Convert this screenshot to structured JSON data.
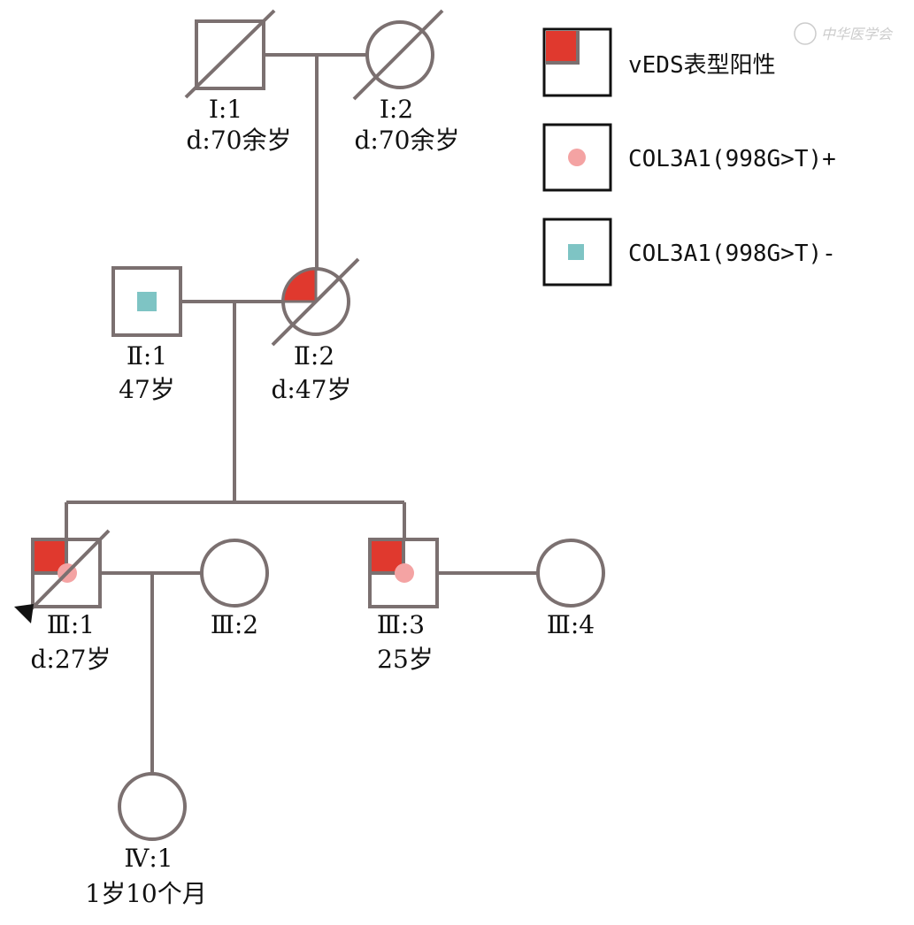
{
  "watermark": "中华医学会",
  "colors": {
    "line": "#7b7070",
    "veds_positive": "#e0392e",
    "col3a1_positive": "#f4a3a3",
    "col3a1_negative": "#7ec4c4"
  },
  "legend": [
    {
      "symbol": "red-quarter",
      "label": "vEDS表型阳性"
    },
    {
      "symbol": "pink-dot",
      "label": "COL3A1(998G>T)+"
    },
    {
      "symbol": "teal-square",
      "label": "COL3A1(998G>T)-"
    }
  ],
  "individuals": {
    "I1": {
      "id": "Ⅰ:1",
      "info": "d:70余岁",
      "sex": "male",
      "deceased": true
    },
    "I2": {
      "id": "Ⅰ:2",
      "info": "d:70余岁",
      "sex": "female",
      "deceased": true
    },
    "II1": {
      "id": "Ⅱ:1",
      "info": "47岁",
      "sex": "male",
      "col3a1": "negative"
    },
    "II2": {
      "id": "Ⅱ:2",
      "info": "d:47岁",
      "sex": "female",
      "deceased": true,
      "veds": true
    },
    "III1": {
      "id": "Ⅲ:1",
      "info": "d:27岁",
      "sex": "male",
      "deceased": true,
      "veds": true,
      "col3a1": "positive",
      "proband": true
    },
    "III2": {
      "id": "Ⅲ:2",
      "sex": "female"
    },
    "III3": {
      "id": "Ⅲ:3",
      "info": "25岁",
      "sex": "male",
      "veds": true,
      "col3a1": "positive"
    },
    "III4": {
      "id": "Ⅲ:4",
      "sex": "female"
    },
    "IV1": {
      "id": "Ⅳ:1",
      "info": "1岁10个月",
      "sex": "female"
    }
  }
}
